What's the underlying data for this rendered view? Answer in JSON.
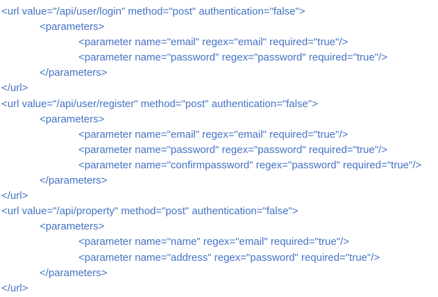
{
  "document": {
    "type": "xml-config-snippet",
    "text_color": "#4472C4",
    "background_color": "#ffffff",
    "lines": [
      {
        "indent": 0,
        "text": "<url value=\"/api/user/login\" method=\"post\" authentication=\"false\">"
      },
      {
        "indent": 1,
        "text": "<parameters>"
      },
      {
        "indent": 2,
        "text": "<parameter name=\"email\" regex=\"email\" required=\"true\"/>"
      },
      {
        "indent": 2,
        "text": "<parameter name=\"password\" regex=\"password\" required=\"true\"/>"
      },
      {
        "indent": 1,
        "text": "</parameters>"
      },
      {
        "indent": 0,
        "text": "</url>"
      },
      {
        "indent": 0,
        "text": "<url value=\"/api/user/register\" method=\"post\" authentication=\"false\">"
      },
      {
        "indent": 1,
        "text": "<parameters>"
      },
      {
        "indent": 2,
        "text": "<parameter name=\"email\" regex=\"email\" required=\"true\"/>"
      },
      {
        "indent": 2,
        "text": "<parameter name=\"password\" regex=\"password\" required=\"true\"/>"
      },
      {
        "indent": 2,
        "text": "<parameter name=\"confirmpassword\" regex=\"password\" required=\"true\"/>"
      },
      {
        "indent": 1,
        "text": "</parameters>"
      },
      {
        "indent": 0,
        "text": "</url>"
      },
      {
        "indent": 0,
        "text": "<url value=\"/api/property\" method=\"post\" authentication=\"false\">"
      },
      {
        "indent": 1,
        "text": "<parameters>"
      },
      {
        "indent": 2,
        "text": "<parameter name=\"name\" regex=\"email\" required=\"true\"/>"
      },
      {
        "indent": 2,
        "text": "<parameter name=\"address\" regex=\"password\" required=\"true\"/>"
      },
      {
        "indent": 1,
        "text": "</parameters>"
      },
      {
        "indent": 0,
        "text": "</url>"
      }
    ]
  }
}
